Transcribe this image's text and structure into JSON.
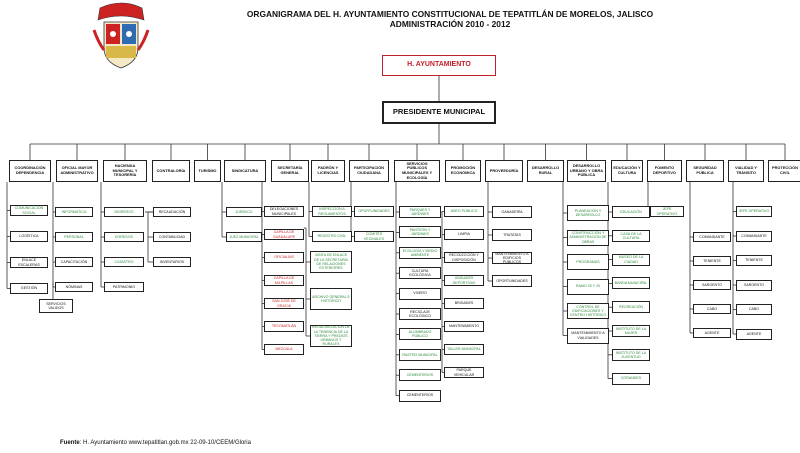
{
  "header": {
    "title_line1": "ORGANIGRAMA DEL H. AYUNTAMIENTO CONSTITUCIONAL DE TEPATITLÁN DE MORELOS, JALISCO",
    "title_line2": "ADMINISTRACIÓN 2010 - 2012"
  },
  "top": {
    "ayuntamiento": "H. AYUNTAMIENTO",
    "presidente": "PRESIDENTE MUNICIPAL"
  },
  "departments": [
    "COORDINACIÓN DEPENDENCIA",
    "OFICIAL MAYOR ADMINISTRATIVO",
    "HACIENDA MUNICIPAL Y TESORERÍA",
    "CONTRALORÍA",
    "TURISMO",
    "SINDICATURA",
    "SECRETARÍA GENERAL",
    "PADRÓN Y LICENCIAS",
    "PARTICIPACIÓN CIUDADANA",
    "SERVICIOS PÚBLICOS MUNICIPALES Y ECOLOGÍA",
    "PROMOCIÓN ECONÓMICA",
    "PROVEEDURÍA",
    "DESARROLLO RURAL",
    "DESARROLLO URBANO Y OBRA PÚBLICA",
    "EDUCACIÓN Y CULTURA",
    "FOMENTO DEPORTIVO",
    "SEGURIDAD PÚBLICA",
    "VIALIDAD Y TRÁNSITO",
    "PROTECCIÓN CIVIL"
  ],
  "sub": {
    "coord": [
      "COMUNICACIÓN SOCIAL",
      "LOGÍSTICA",
      "ENLACE ESCALERAS",
      "GESTIÓN"
    ],
    "oficial": [
      "INFORMÁTICA",
      "PERSONAL",
      "CAPACITACIÓN",
      "NÓMINAS",
      "SERVICIOS VALIDOS"
    ],
    "hacienda_l": [
      "INGRESOS",
      "EGRESOS",
      "CATASTRO",
      "PATRIMONIO"
    ],
    "hacienda_r": [
      "RECAUDACIÓN",
      "CONTABILIDAD",
      "INVENTARIOS"
    ],
    "sindicatura": [
      "JURÍDICO",
      "JUEZ MUNICIPAL"
    ],
    "secretaria": [
      "DELEGACIONES MUNICIPALES",
      "CAPILLA DE GUADALUPE",
      "OFICIALÍAS",
      "CAPILLA DE MILPILLAS",
      "SAN JOSÉ DE GRACIA",
      "TECOMATLÁN",
      "MEZCALA"
    ],
    "secretaria_r": [
      "JUNTA DE ENLACE DE LA SECRETARÍA DE RELACIONES EXTERIORES",
      "ARCHIVO GENERAL E HISTÓRICO",
      "REGULARIZACIÓN DE LA TENENCIA DE LA TIERRA Y PREDIOS URBANOS Y RURALES"
    ],
    "padron": [
      "INSPECCIÓN A REGLAMENTOS",
      "REGISTRO CIVIL"
    ],
    "participacion": [
      "OPORTUNIDADES",
      "COMITÉS VECINALES"
    ],
    "servicios_l": [
      "PARQUES Y JARDINES",
      "PANTEÓN Y JARDINES",
      "ECOLOGÍA Y MEDIO AMBIENTE",
      "CULTURA ECOLÓGICA",
      "VIVERO",
      "RECICLAJE ECOLÓGICO",
      "ALUMBRADO PÚBLICO",
      "RASTRO MUNICIPAL",
      "CEMENTERIOS",
      "CEMENTERIOS"
    ],
    "servicios_r": [
      "ASEO PÚBLICO",
      "LIMPIA",
      "RECOLECCIÓN Y DISPOSICIÓN",
      "UNIDADES DEPORTIVAS",
      "BRIGADES",
      "MANTENIMIENTO",
      "TALLER MUNICIPAL",
      "PARQUE VEHICULAR"
    ],
    "promocion": [
      "GANADERÍA",
      "TRATATAS",
      "MANTENIMIENTO A EDIFICIOS PÚBLICOS",
      "OPORTUNIDADES"
    ],
    "urbano": [
      "PLANEACIÓN Y DESARROLLO",
      "CONSTRUCCIÓN Y ADMINISTRACIÓN DE OBRAS",
      "PROGRAMAS",
      "RAMO 33 Y 20",
      "CONTROL DE EDIFICACIONES Y CENTRO HISTÓRICO",
      "MANTENIMIENTO A VIALIDADES"
    ],
    "educacion": [
      "EDUCACIÓN",
      "CASA DE LA CULTURA",
      "MUSEO DE LA CIUDAD",
      "BANDA MUNICIPAL",
      "RECREACIÓN",
      "INSTITUTO DE LA MUJER",
      "INSTITUTO DE LA JUVENTUD",
      "CORANDES"
    ],
    "fomento": [
      "JEFE OPERATIVO"
    ],
    "seguridad": [
      "COMANDANTE",
      "TENIENTE",
      "SARGENTO",
      "CABO",
      "AGENTE"
    ],
    "vialidad": [
      "JEFE OPERATIVO",
      "COMANDANTE",
      "TENIENTE",
      "SARGENTO",
      "CABO",
      "AGENTE"
    ]
  },
  "footer": {
    "label": "Fuente",
    "text": ": H. Ayuntamiento www.tepatitlan.gob.mx 22-09-10/CEEM/Gloria"
  },
  "colors": {
    "green": "#2c8a3c",
    "red": "#c22",
    "brand_red": "#c0202a"
  }
}
